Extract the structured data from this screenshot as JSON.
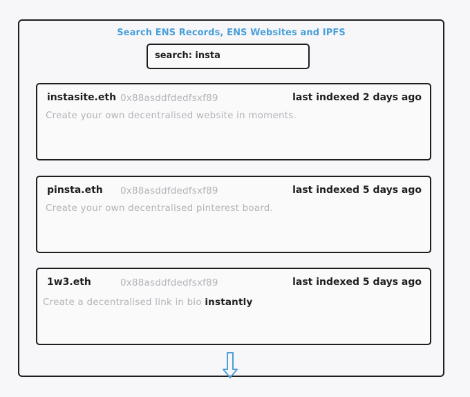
{
  "header": {
    "title": "Search ENS Records, ENS Websites and IPFS"
  },
  "search": {
    "value": "search: insta"
  },
  "results": [
    {
      "name": "instasite.eth",
      "address": "0x88asddfdedfsxf89",
      "indexed": "last indexed 2 days ago",
      "description": "Create your own decentralised website in moments."
    },
    {
      "name": "pinsta.eth",
      "address": "0x88asddfdedfsxf89",
      "indexed": "last indexed 5 days ago",
      "description": "Create your own decentralised pinterest board."
    },
    {
      "name": "1w3.eth",
      "address": "0x88asddfdedfsxf89",
      "indexed": "last indexed 5 days ago",
      "description": "Create a decentralised link in bio",
      "description_highlight": "instantly"
    }
  ],
  "colors": {
    "accent": "#4a9fd9",
    "muted_text": "#b3b3b8",
    "ink": "#1e1e1e"
  },
  "icons": {
    "scroll": "arrow-down-icon"
  }
}
